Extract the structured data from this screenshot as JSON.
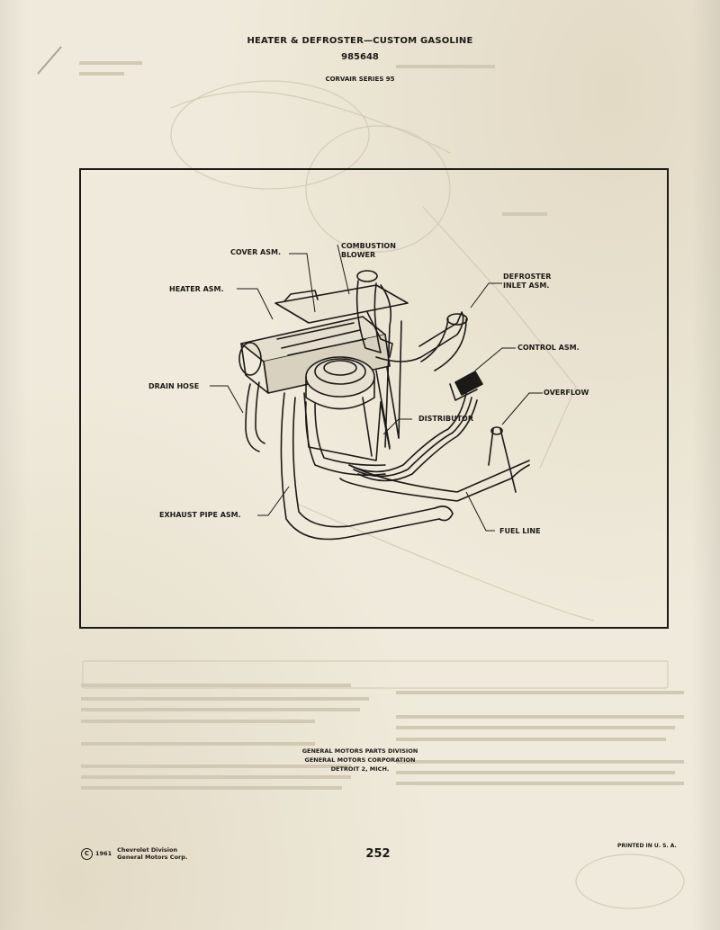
{
  "header": {
    "title": "HEATER & DEFROSTER—CUSTOM GASOLINE",
    "part_number": "985648",
    "series": "CORVAIR SERIES 95"
  },
  "callouts": {
    "cover_asm": "COVER ASM.",
    "combustion_blower": "COMBUSTION\nBLOWER",
    "heater_asm": "HEATER ASM.",
    "defroster_inlet_asm": "DEFROSTER\nINLET ASM.",
    "control_asm": "CONTROL ASM.",
    "overflow": "OVERFLOW",
    "drain_hose": "DRAIN HOSE",
    "distributor": "DISTRIBUTOR",
    "exhaust_pipe_asm": "EXHAUST PIPE ASM.",
    "fuel_line": "FUEL LINE"
  },
  "publisher": {
    "line1": "GENERAL MOTORS PARTS DIVISION",
    "line2": "GENERAL MOTORS CORPORATION",
    "line3": "DETROIT 2, MICH."
  },
  "footer": {
    "copyright_symbol": "C",
    "year": "1961",
    "org_line1": "Chevrolet Division",
    "org_line2": "General Motors Corp.",
    "page_number": "252",
    "printed": "PRINTED IN U. S. A."
  }
}
